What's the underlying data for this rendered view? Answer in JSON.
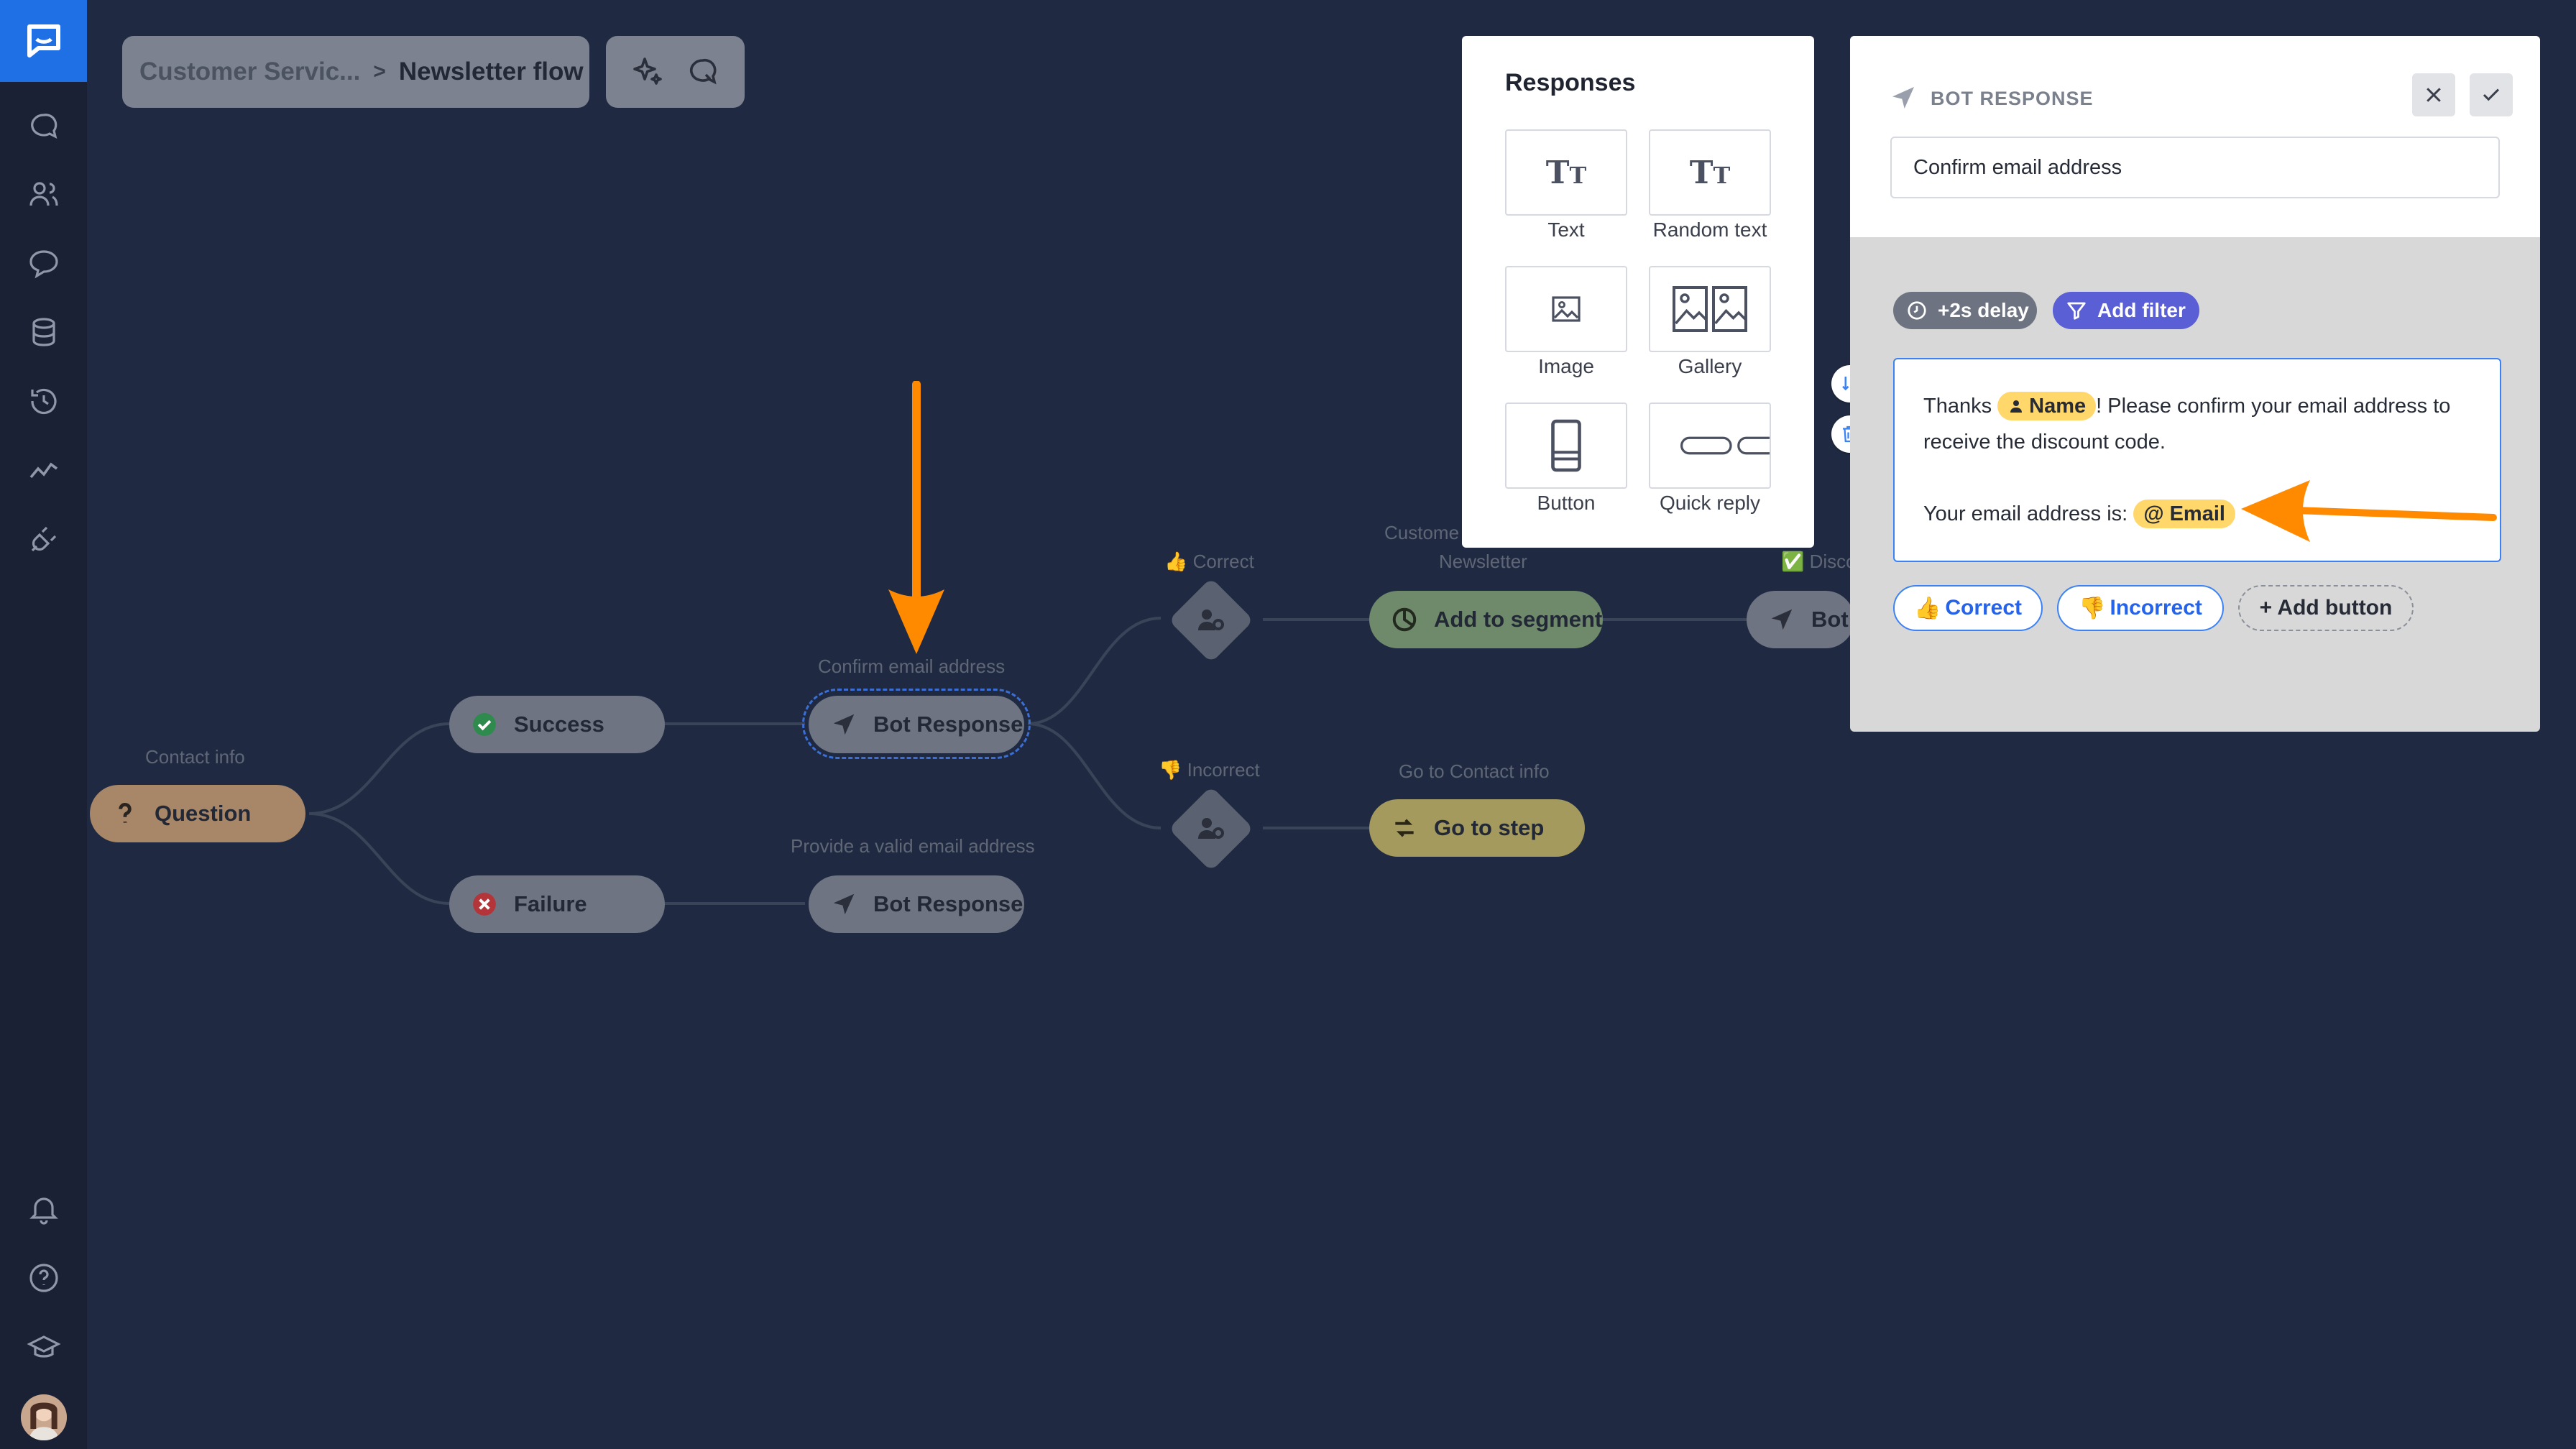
{
  "breadcrumb": {
    "parent": "Customer Servic...",
    "current": "Newsletter flow"
  },
  "flow": {
    "question": {
      "caption": "Contact info",
      "label": "Question"
    },
    "success": {
      "label": "Success"
    },
    "failure": {
      "label": "Failure"
    },
    "bot_top": {
      "caption": "Confirm email address",
      "label": "Bot Response"
    },
    "bot_bottom": {
      "caption": "Provide a valid email address",
      "label": "Bot Response"
    },
    "correct_caption": "Correct",
    "incorrect_caption": "Incorrect",
    "segment": {
      "caption_line1": "Custome",
      "caption_line2": "Newsletter",
      "label": "Add to segment"
    },
    "goto": {
      "caption": "Go to Contact info",
      "label": "Go to step"
    },
    "bot_right": {
      "caption": "Disco",
      "label": "Bot "
    }
  },
  "responses": {
    "title": "Responses",
    "tiles": [
      "Text",
      "Random text",
      "Image",
      "Gallery",
      "Button",
      "Quick reply"
    ]
  },
  "editor": {
    "title": "BOT RESPONSE",
    "name_value": "Confirm email address",
    "delay": "+2s delay",
    "filter": "Add filter",
    "message_pre": "Thanks",
    "name_chip": "Name",
    "message_post": "! Please confirm your email address to receive the discount code.",
    "email_line": "Your email address is:",
    "email_chip": "Email",
    "buttons": {
      "correct": "Correct",
      "incorrect": "Incorrect",
      "add": "+ Add button"
    }
  },
  "colors": {
    "canvas": "#1f2a42",
    "accent_blue": "#1f6fe5",
    "question_node": "#a88668",
    "segment_node": "#6f8a6a",
    "goto_node": "#a59a5e",
    "arrow_orange": "#ff8a00",
    "chip_yellow": "#ffd76a",
    "filter_purple": "#5a5fd6"
  }
}
